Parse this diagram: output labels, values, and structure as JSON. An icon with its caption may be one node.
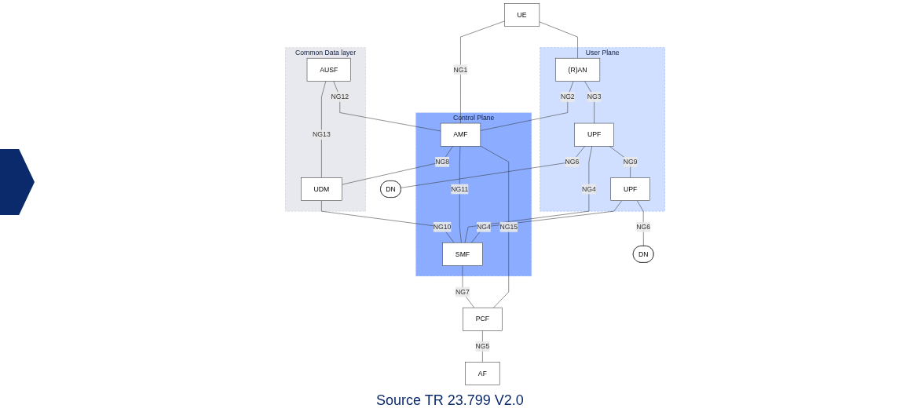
{
  "diagram": {
    "nodes": [
      {
        "text": [
          "Common Data layer"
        ]
      },
      {
        "text": [
          "AUSF"
        ],
        "in": 0
      },
      {
        "text": [
          "UDM"
        ],
        "in": 0
      },
      {
        "text": [
          "Control Plane"
        ]
      },
      {
        "text": [
          "AMF"
        ],
        "in": 3
      },
      {
        "text": [
          "SMF"
        ],
        "in": 3
      },
      {
        "text": [
          "PCF"
        ]
      },
      {
        "text": [
          "AF"
        ]
      },
      {
        "text": [
          "User Plane"
        ]
      },
      {
        "text": [
          "UE"
        ]
      },
      {
        "text": [
          "(R)AN"
        ],
        "in": 8
      },
      {
        "text": [
          "UPF"
        ],
        "in": 8
      },
      {
        "text": [
          "UPF"
        ],
        "in": 8
      },
      {
        "text": [
          "DN"
        ]
      },
      {
        "text": [
          "DN"
        ]
      }
    ],
    "edges": [
      {
        "from": 1,
        "to": 2,
        "arrow": "none",
        "label": "NG13"
      },
      {
        "from": 1,
        "to": 4,
        "arrow": "none",
        "label": "NG12"
      },
      {
        "from": 4,
        "to": 2,
        "arrow": "none",
        "label": "NG8"
      },
      {
        "from": 2,
        "to": 5,
        "arrow": "none",
        "label": "NG10"
      },
      {
        "from": 4,
        "to": 5,
        "arrow": "none",
        "label": "NG11"
      },
      {
        "from": 5,
        "to": 6,
        "arrow": "none",
        "label": "NG7"
      },
      {
        "from": 6,
        "to": 7,
        "arrow": "none",
        "label": "NG5"
      },
      {
        "from": 4,
        "to": 6,
        "arrow": "none",
        "label": "NG15"
      },
      {
        "from": 9,
        "to": 4,
        "arrow": "none",
        "label": "NG1"
      },
      {
        "from": 10,
        "to": 4,
        "arrow": "none",
        "label": "NG2"
      },
      {
        "from": 11,
        "to": 5,
        "arrow": "none",
        "label": "NG4"
      },
      {
        "from": 12,
        "to": 5,
        "arrow": "none",
        "label": "NG4"
      },
      {
        "from": 9,
        "to": 10,
        "arrow": "none"
      },
      {
        "from": 10,
        "to": 11,
        "arrow": "none",
        "label": "NG3"
      },
      {
        "from": 11,
        "to": 12,
        "arrow": "none",
        "label": "NG9"
      },
      {
        "from": 12,
        "to": 13,
        "arrow": "none",
        "label": "NG6"
      },
      {
        "from": 11,
        "to": 14,
        "arrow": "none",
        "label": "NG6"
      }
    ],
    "labels": [
      "Source TR 23.799 V2.0"
    ]
  }
}
